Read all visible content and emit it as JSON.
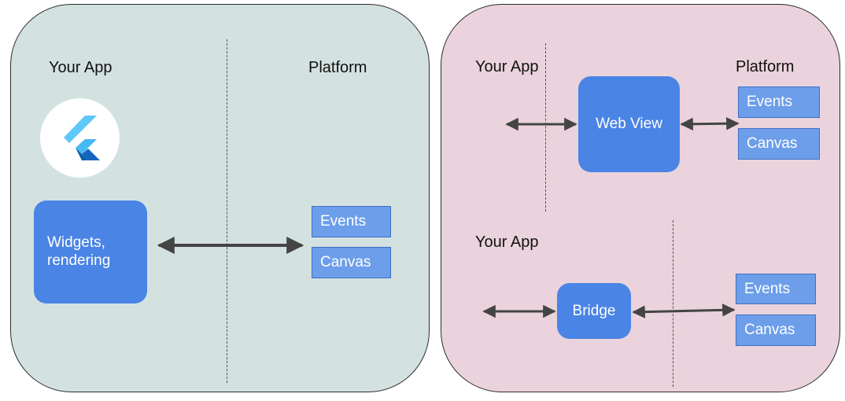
{
  "colors": {
    "left_panel_bg": "#d3e2e0",
    "right_panel_bg": "#ead3dc",
    "primary_box": "#4a84e4",
    "platform_box": "#6d9eea",
    "arrow": "#444444"
  },
  "left_panel": {
    "your_app_label": "Your App",
    "platform_label": "Platform",
    "logo_icon": "flutter-logo",
    "widgets_box": {
      "line1": "Widgets,",
      "line2": "rendering"
    },
    "events_label": "Events",
    "canvas_label": "Canvas"
  },
  "right_top": {
    "your_app_label": "Your App",
    "platform_label": "Platform",
    "webview_label": "Web View",
    "events_label": "Events",
    "canvas_label": "Canvas"
  },
  "right_bottom": {
    "your_app_label": "Your App",
    "bridge_label": "Bridge",
    "events_label": "Events",
    "canvas_label": "Canvas"
  }
}
